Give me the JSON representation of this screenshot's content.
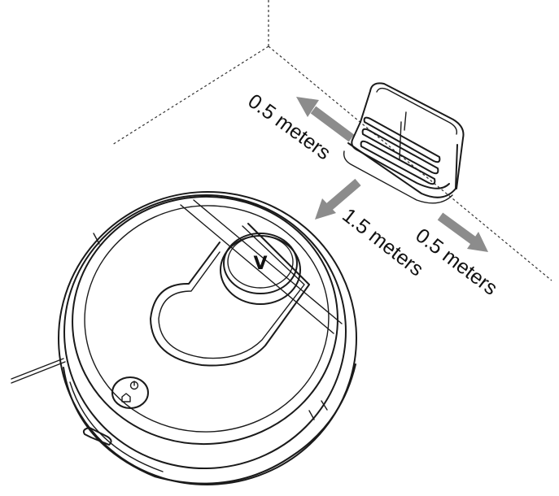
{
  "labels": {
    "left_clearance": "0.5 meters",
    "front_clearance": "1.5 meters",
    "right_clearance": "0.5 meters"
  },
  "dock_logo": "V",
  "colors": {
    "arrow": "#8c8c8c",
    "line": "#1a1a1a",
    "background": "#ffffff"
  },
  "icons": [
    "power-icon",
    "home-icon"
  ]
}
